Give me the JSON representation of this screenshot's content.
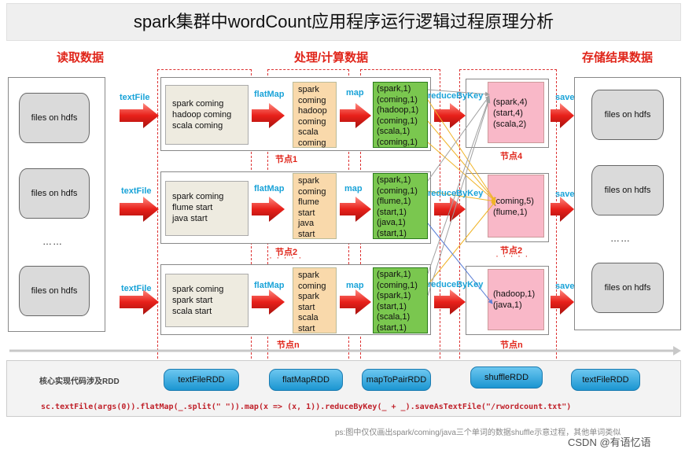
{
  "title": "spark集群中wordCount应用程序运行逻辑过程原理分析",
  "sections": {
    "read": "读取数据",
    "process": "处理/计算数据",
    "store": "存储结果数据"
  },
  "input_files": [
    "files on hdfs",
    "files on hdfs",
    "files on hdfs"
  ],
  "input_dots": "……",
  "output_files": [
    "files on hdfs",
    "files on hdfs",
    "files on hdfs"
  ],
  "output_dots": "……",
  "ops": {
    "textFile": "textFile",
    "flatMap": "flatMap",
    "map": "map",
    "reduceByKey": "reduceByKey",
    "save": "save"
  },
  "rows": [
    {
      "text": [
        "spark  coming",
        "hadoop coming",
        "scala  coming"
      ],
      "words": [
        "spark",
        "coming",
        "hadoop",
        "coming",
        "scala",
        "coming"
      ],
      "pairs": [
        "(spark,1)",
        "(coming,1)",
        "(hadoop,1)",
        "(coming,1)",
        "(scala,1)",
        "(coming,1)"
      ],
      "node": "节点1"
    },
    {
      "text": [
        "spark  coming",
        "flume start",
        "java  start"
      ],
      "words": [
        "spark",
        "coming",
        "flume",
        "start",
        "java",
        "start"
      ],
      "pairs": [
        "(spark,1)",
        "(coming,1)",
        "(flume,1)",
        "(start,1)",
        "(java,1)",
        "(start,1)"
      ],
      "node": "节点2"
    },
    {
      "text": [
        "spark  coming",
        "spark start",
        "scala  start"
      ],
      "words": [
        "spark",
        "coming",
        "spark",
        "start",
        "scala",
        "start"
      ],
      "pairs": [
        "(spark,1)",
        "(coming,1)",
        "(spark,1)",
        "(start,1)",
        "(scala,1)",
        "(start,1)"
      ],
      "node": "节点n"
    }
  ],
  "reduce_results": [
    {
      "lines": [
        "(spark,4)",
        "(start,4)",
        "(scala,2)"
      ],
      "node": "节点4"
    },
    {
      "lines": [
        "(coming,5)",
        "(flume,1)"
      ],
      "node": "节点2"
    },
    {
      "lines": [
        "(hadoop,1)",
        "(java,1)"
      ],
      "node": "节点n"
    }
  ],
  "node_dots": "· · · · ·",
  "rdd_label": "核心实现代码涉及RDD",
  "rdds": [
    "textFileRDD",
    "flatMapRDD",
    "mapToPairRDD",
    "shuffleRDD",
    "textFileRDD"
  ],
  "code": "sc.textFile(args(0)).flatMap(_.split(\" \")).map(x => (x, 1)).reduceByKey(_ + _).saveAsTextFile(\"/rwordcount.txt\")",
  "footnote": "ps:图中仅仅画出spark/coming/java三个单词的数据shuffle示意过程，其他单词类似",
  "watermark": "CSDN @有语忆语",
  "colors": {
    "accent_red": "#e0261b",
    "op_blue": "#1aa3d8",
    "pair_green": "#7ac74f",
    "word_tan": "#f9d9ab",
    "result_pink": "#f9b8c8",
    "rdd_blue": "#1b95d1"
  }
}
